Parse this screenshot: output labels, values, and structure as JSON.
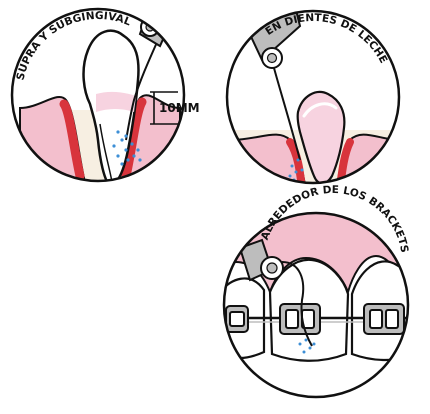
{
  "panels": {
    "supra": {
      "label": "SUPRA Y SUBGINGIVAL",
      "measure": "10MM"
    },
    "leche": {
      "label": "EN DIENTES DE LECHE"
    },
    "brackets": {
      "label": "ALREDEDOR DE LOS BRACKETS"
    }
  },
  "colors": {
    "outline": "#111111",
    "gum_pink": "#f3bfcd",
    "gum_red": "#d8343c",
    "bone": "#f7efe2",
    "tool_gray": "#bdbdbd",
    "water_blue": "#3d8fd6",
    "tooth_highlight": "#f7d3e0"
  }
}
